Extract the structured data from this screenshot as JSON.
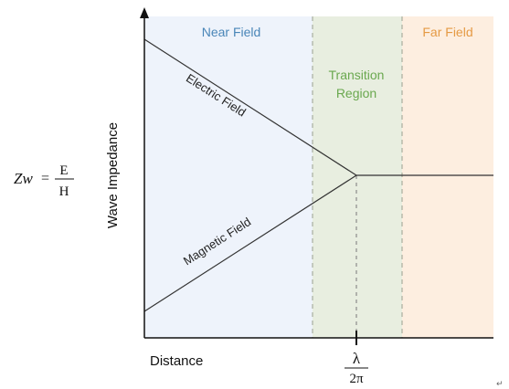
{
  "formula": {
    "lhs": "Zw",
    "equals": "=",
    "numerator": "E",
    "denominator": "H"
  },
  "axes": {
    "y_label": "Wave Impedance",
    "x_label": "Distance"
  },
  "regions": [
    {
      "label": "Near Field",
      "color": "#eef3fb",
      "label_color": "#4a86b8"
    },
    {
      "label_lines": [
        "Transition",
        "Region"
      ],
      "color": "#e8eee0",
      "label_color": "#6aa84f"
    },
    {
      "label": "Far Field",
      "color": "#fdeee0",
      "label_color": "#e59a44"
    }
  ],
  "curves": {
    "electric": "Electric Field",
    "magnetic": "Magnetic Field"
  },
  "tick": {
    "numerator": "λ",
    "denominator": "2π"
  },
  "corner_mark": "↵",
  "colors": {
    "axis": "#111111",
    "line": "#333333",
    "divider": "#9aa08f"
  }
}
